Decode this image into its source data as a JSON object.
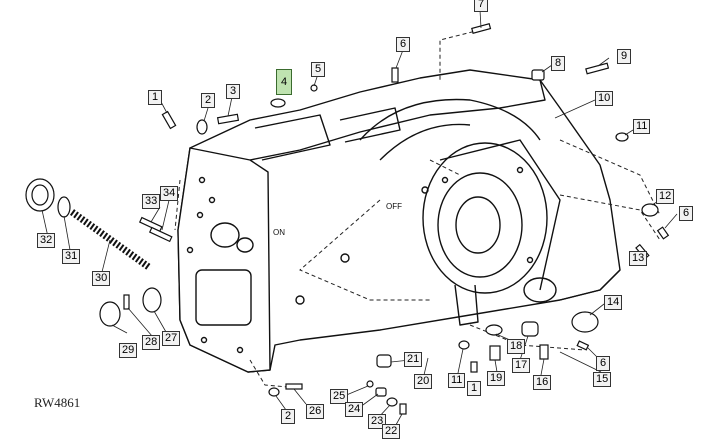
{
  "figure": {
    "reference_code": "RW4861",
    "case_labels": [
      "OFF",
      "ON"
    ]
  },
  "callouts": [
    {
      "id": "7",
      "text": "7"
    },
    {
      "id": "6a",
      "text": "6"
    },
    {
      "id": "5",
      "text": "5"
    },
    {
      "id": "4",
      "text": "4",
      "highlight": true
    },
    {
      "id": "8",
      "text": "8"
    },
    {
      "id": "9",
      "text": "9"
    },
    {
      "id": "1a",
      "text": "1"
    },
    {
      "id": "2a",
      "text": "2"
    },
    {
      "id": "3",
      "text": "3"
    },
    {
      "id": "10",
      "text": "10"
    },
    {
      "id": "11a",
      "text": "11"
    },
    {
      "id": "12",
      "text": "12"
    },
    {
      "id": "6b",
      "text": "6"
    },
    {
      "id": "13",
      "text": "13"
    },
    {
      "id": "34",
      "text": "34"
    },
    {
      "id": "33",
      "text": "33"
    },
    {
      "id": "32",
      "text": "32"
    },
    {
      "id": "31",
      "text": "31"
    },
    {
      "id": "30",
      "text": "30"
    },
    {
      "id": "14",
      "text": "14"
    },
    {
      "id": "28",
      "text": "28"
    },
    {
      "id": "27",
      "text": "27"
    },
    {
      "id": "29",
      "text": "29"
    },
    {
      "id": "18",
      "text": "18"
    },
    {
      "id": "17",
      "text": "17"
    },
    {
      "id": "6c",
      "text": "6"
    },
    {
      "id": "21",
      "text": "21"
    },
    {
      "id": "20",
      "text": "20"
    },
    {
      "id": "11b",
      "text": "11"
    },
    {
      "id": "1b",
      "text": "1"
    },
    {
      "id": "19",
      "text": "19"
    },
    {
      "id": "16",
      "text": "16"
    },
    {
      "id": "15",
      "text": "15"
    },
    {
      "id": "25",
      "text": "25"
    },
    {
      "id": "24",
      "text": "24"
    },
    {
      "id": "2b",
      "text": "2"
    },
    {
      "id": "26",
      "text": "26"
    },
    {
      "id": "23",
      "text": "23"
    },
    {
      "id": "22",
      "text": "22"
    }
  ]
}
